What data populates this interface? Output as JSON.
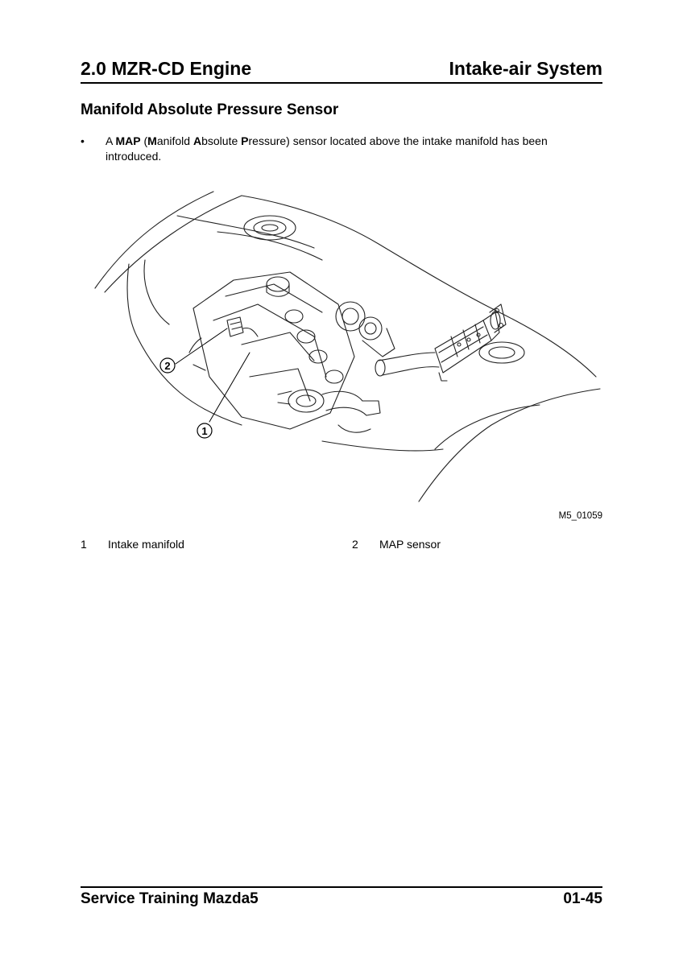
{
  "header": {
    "left": "2.0 MZR-CD Engine",
    "right": "Intake-air System"
  },
  "section": {
    "title": "Manifold Absolute Pressure Sensor"
  },
  "bullet": {
    "marker": "•",
    "parts": [
      "A ",
      "MAP",
      " (",
      "M",
      "anifold ",
      "A",
      "bsolute ",
      "P",
      "ressure) sensor located above the intake manifold has been introduced."
    ]
  },
  "figure": {
    "id": "M5_01059",
    "callouts": [
      "1",
      "2"
    ]
  },
  "legend": [
    {
      "num": "1",
      "label": "Intake manifold"
    },
    {
      "num": "2",
      "label": "MAP sensor"
    }
  ],
  "footer": {
    "left": "Service Training Mazda5",
    "right": "01-45"
  }
}
